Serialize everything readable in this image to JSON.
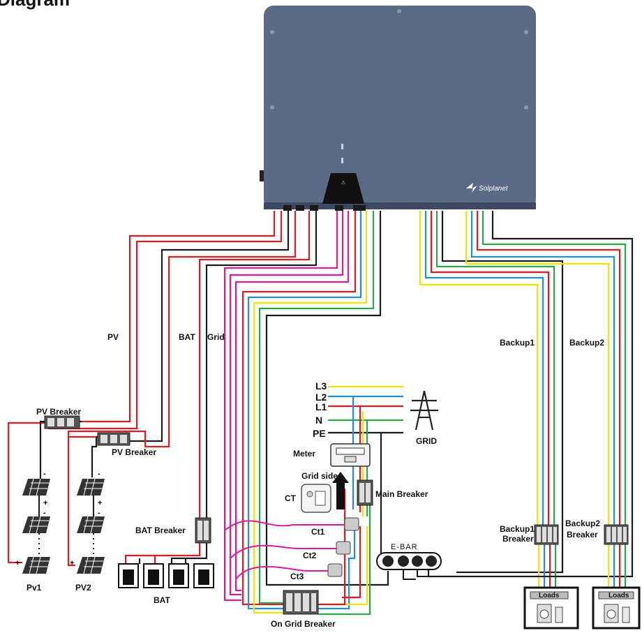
{
  "title": "Diagram",
  "inverter": {
    "brand": "Solplanet",
    "body_color": "#5b6b86"
  },
  "labels": {
    "pv": "PV",
    "bat": "BAT",
    "grid": "Grid",
    "backup1": "Backup1",
    "backup2": "Backup2",
    "pv_breaker_1": "PV Breaker",
    "pv_breaker_2": "PV Breaker",
    "bat_breaker": "BAT Breaker",
    "battery_group": "BAT",
    "pv1": "Pv1",
    "pv2": "PV2",
    "l3": "L3",
    "l2": "L2",
    "l1": "L1",
    "n": "N",
    "pe": "PE",
    "grid_tower": "GRID",
    "meter": "Meter",
    "grid_side": "Grid side",
    "ct": "CT",
    "main_breaker": "Main Breaker",
    "ct1": "Ct1",
    "ct2": "Ct2",
    "ct3": "Ct3",
    "ebar": "E-BAR",
    "on_grid_breaker": "On Grid Breaker",
    "backup1_breaker_line1": "Backup1",
    "backup1_breaker_line2": "Breaker",
    "backup2_breaker_line1": "Backup2",
    "backup2_breaker_line2": "Breaker",
    "loads_1": "Loads",
    "loads_2": "Loads"
  },
  "wire_colors": {
    "red": "#e01b24",
    "black": "#1a1a1a",
    "magenta": "#e0199a",
    "yellow": "#f2e600",
    "blue": "#1e8ee0",
    "green": "#2aa84a"
  }
}
